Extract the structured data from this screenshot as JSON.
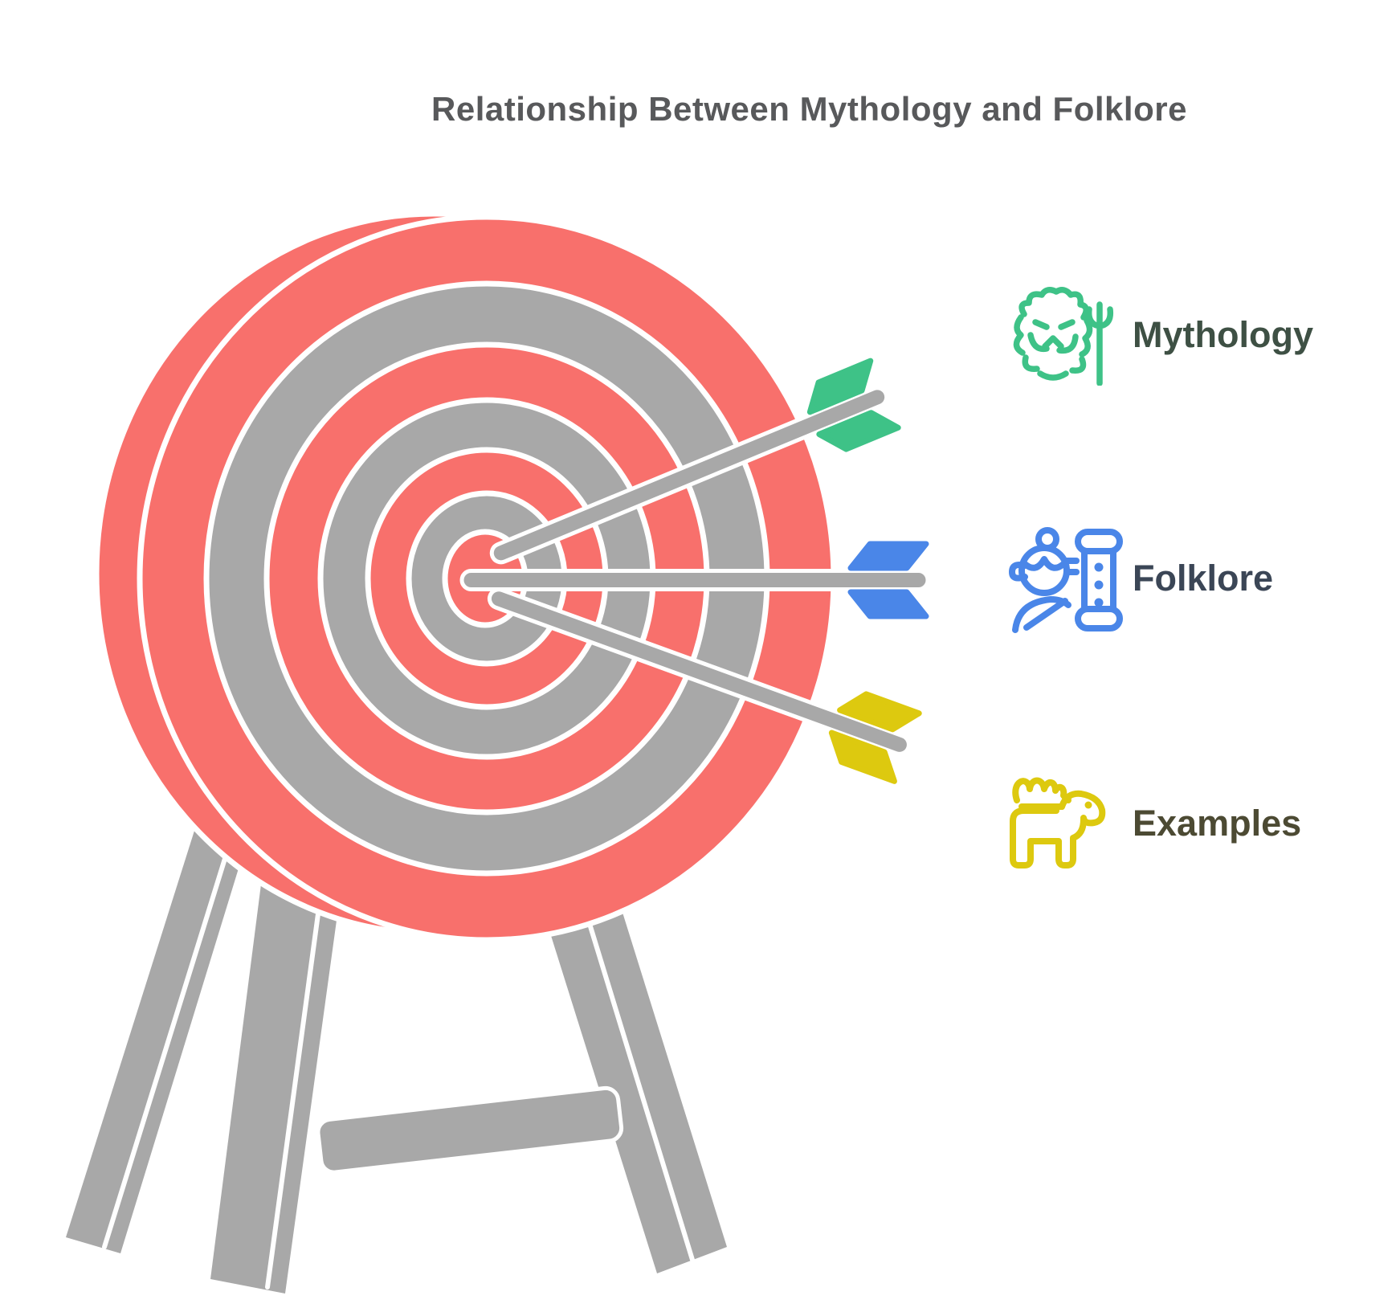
{
  "title": {
    "text": "Relationship Between Mythology and Folklore",
    "color": "#58595B"
  },
  "legend": {
    "items": [
      {
        "label": "Mythology",
        "icon": "poseidon-trident-icon",
        "color": "#3EC287",
        "label_color": "#3E5044"
      },
      {
        "label": "Folklore",
        "icon": "woman-and-column-icon",
        "color": "#4A86E8",
        "label_color": "#3B4656"
      },
      {
        "label": "Examples",
        "icon": "moose-icon",
        "color": "#DDC90F",
        "label_color": "#4C4A33"
      }
    ]
  },
  "illustration": {
    "name": "archery-target-on-stand-with-three-arrows",
    "rings": 7,
    "colors": {
      "target_red": "#F8706C",
      "target_gray": "#A8A8A8",
      "arrow_shaft": "#A8A8A8",
      "outline": "#FFFFFF"
    },
    "arrows": [
      {
        "fletching_color": "#3EC287",
        "matches": "Mythology",
        "direction": "upper-right"
      },
      {
        "fletching_color": "#4A86E8",
        "matches": "Folklore",
        "direction": "right"
      },
      {
        "fletching_color": "#DDC90F",
        "matches": "Examples",
        "direction": "lower-right"
      }
    ]
  }
}
